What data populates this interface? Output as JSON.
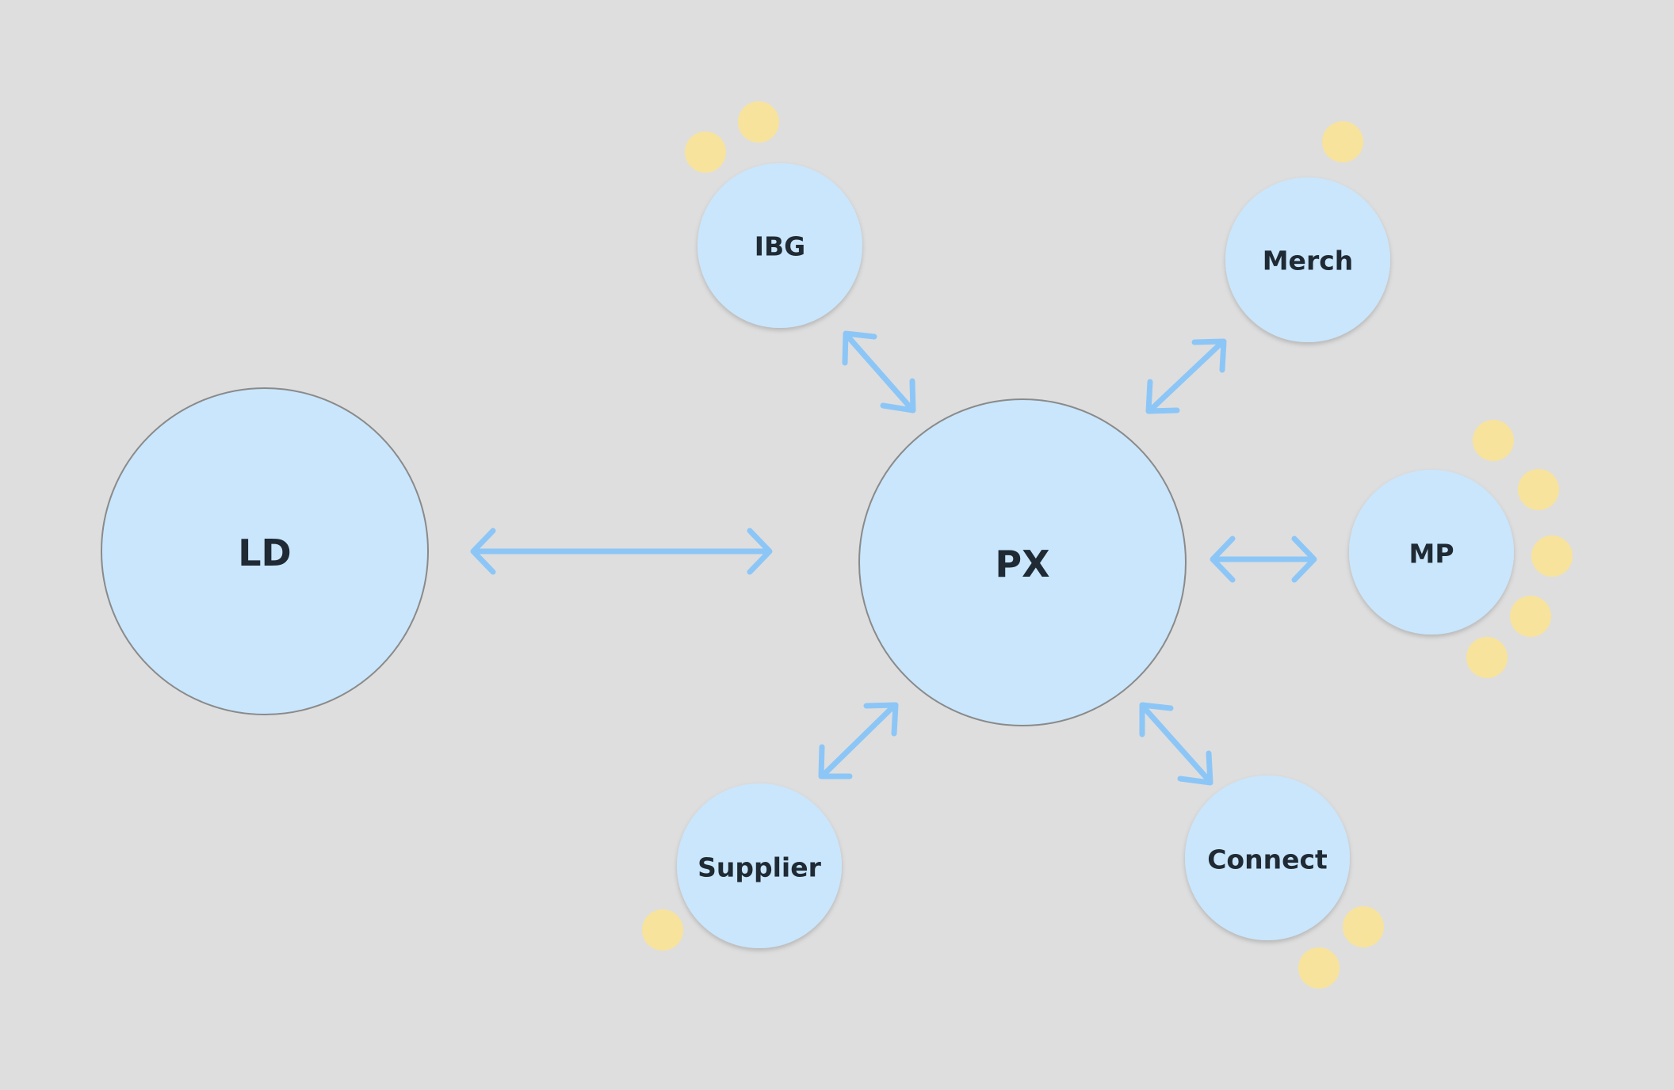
{
  "nodes": {
    "ld": "LD",
    "px": "PX",
    "ibg": "IBG",
    "merch": "Merch",
    "mp": "MP",
    "supplier": "Supplier",
    "connect": "Connect"
  },
  "colors": {
    "background": "#dedede",
    "node_fill": "#c9e6fc",
    "node_outline": "#8a8a8a",
    "arrow": "#8cc6f7",
    "dot": "#f8e39c",
    "label": "#1f2a34"
  }
}
